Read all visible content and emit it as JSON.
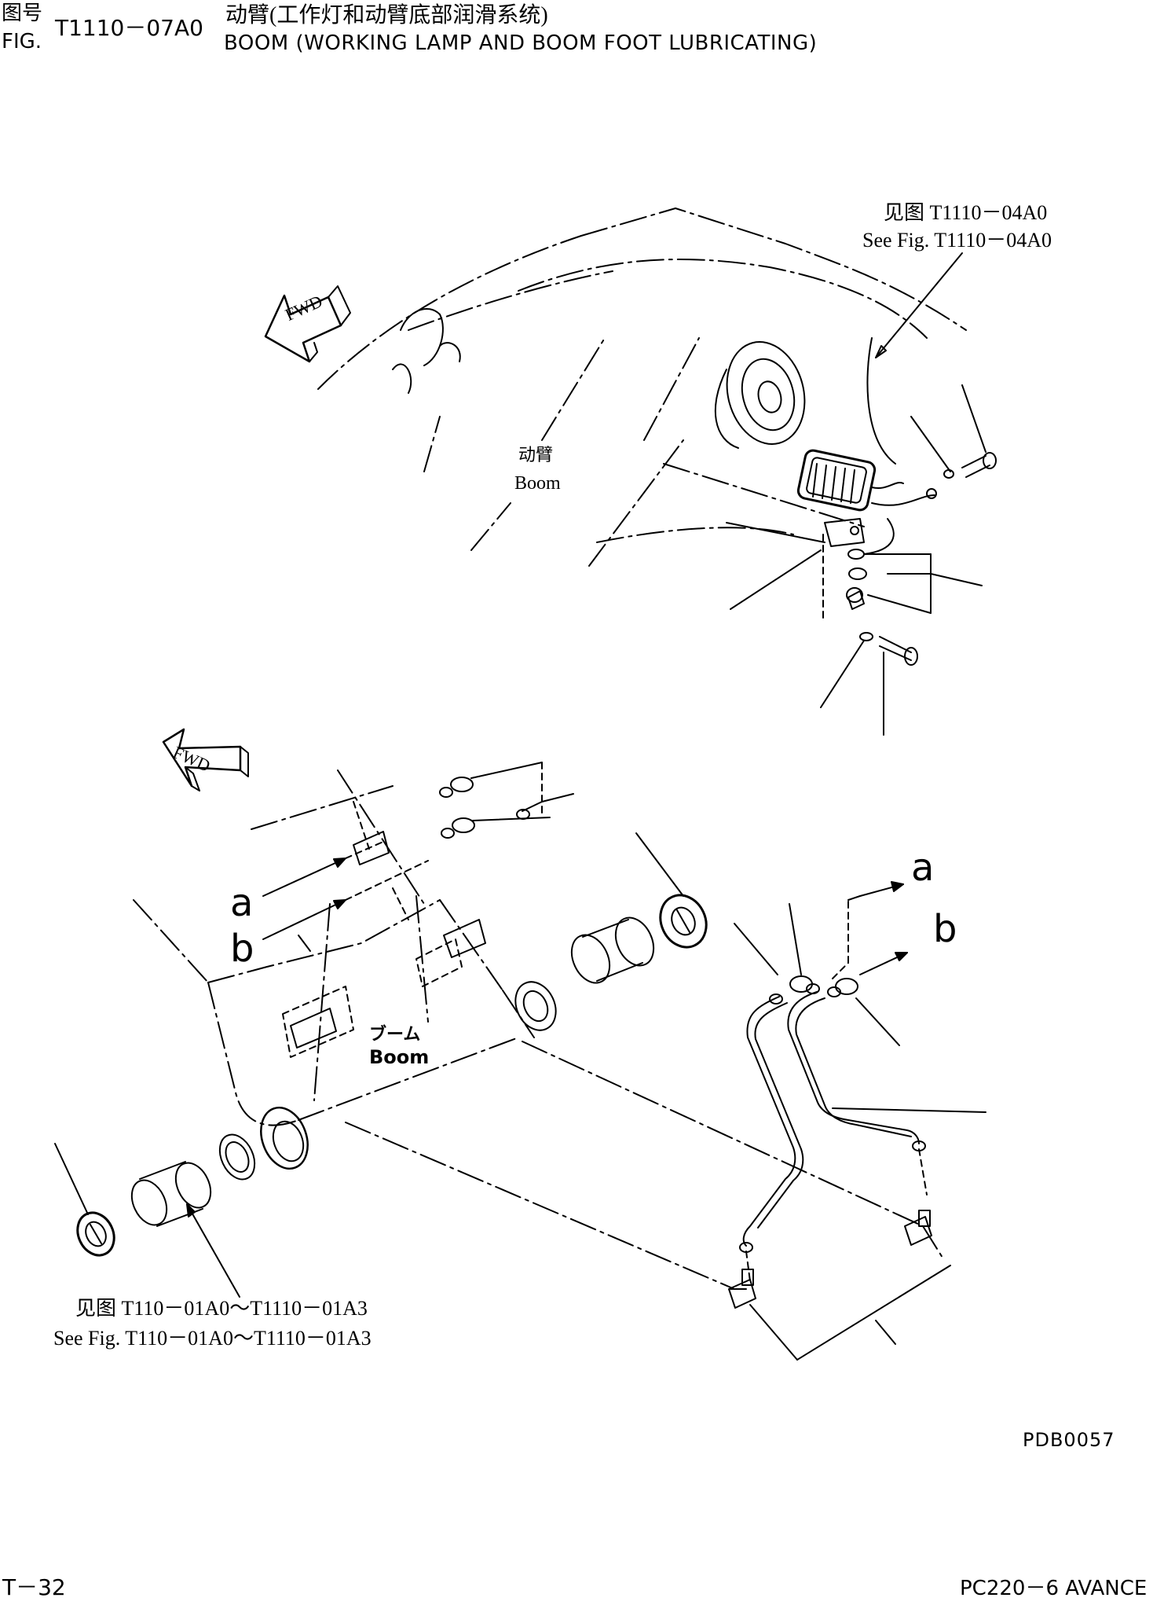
{
  "header": {
    "fig_label_cn": "图号",
    "fig_label_en": "FIG.",
    "fig_number": "T1110－07A0",
    "title_cn": "动臂(工作灯和动臂底部润滑系统)",
    "title_en": "BOOM (WORKING LAMP AND BOOM FOOT LUBRICATING)"
  },
  "upper_view": {
    "fwd_label": "FWD",
    "ref_cn": "见图 T1110－04A0",
    "ref_en": "See Fig. T1110－04A0",
    "boom_label_cn": "动臂",
    "boom_label_en": "Boom"
  },
  "lower_view": {
    "fwd_label": "FWD",
    "callout_a": "a",
    "callout_b": "b",
    "right_callout_a": "a",
    "right_callout_b": "b",
    "boom_label_jp": "ブーム",
    "boom_label_en": "Boom",
    "ref_cn": "见图 T110－01A0～T1110－01A3",
    "ref_en": "See Fig. T110－01A0～T1110－01A3"
  },
  "footer": {
    "drawing_code": "PDB0057",
    "page_number": "T－32",
    "model": "PC220－6 AVANCE"
  }
}
